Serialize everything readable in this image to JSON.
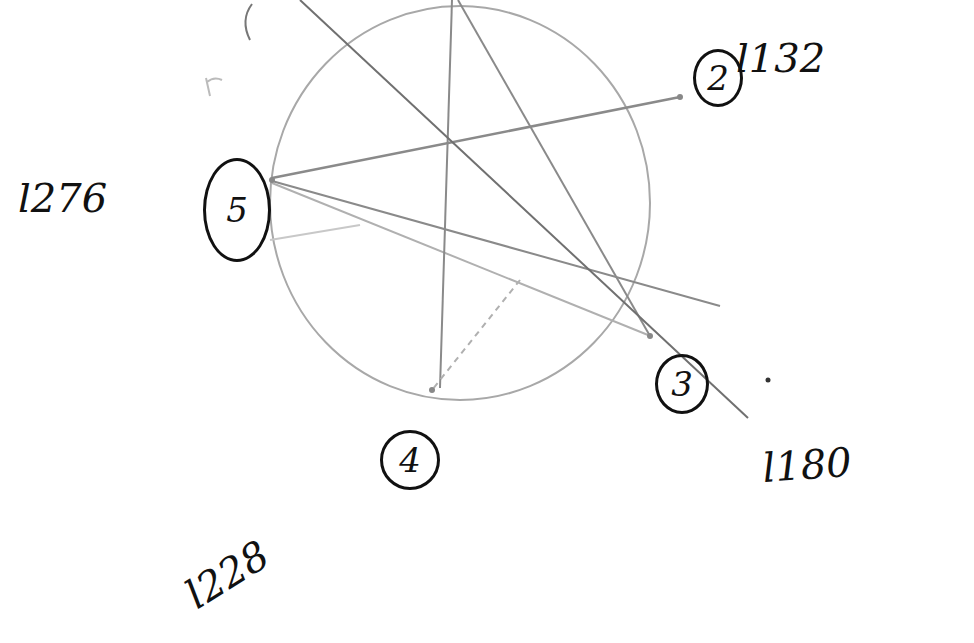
{
  "diagram": {
    "nodes": [
      {
        "text": [
          "2"
        ]
      },
      {
        "text": [
          "5"
        ]
      },
      {
        "text": [
          "3"
        ]
      },
      {
        "text": [
          "4"
        ]
      }
    ],
    "labels": [
      "l132",
      "l276",
      "l180",
      "l228"
    ]
  }
}
